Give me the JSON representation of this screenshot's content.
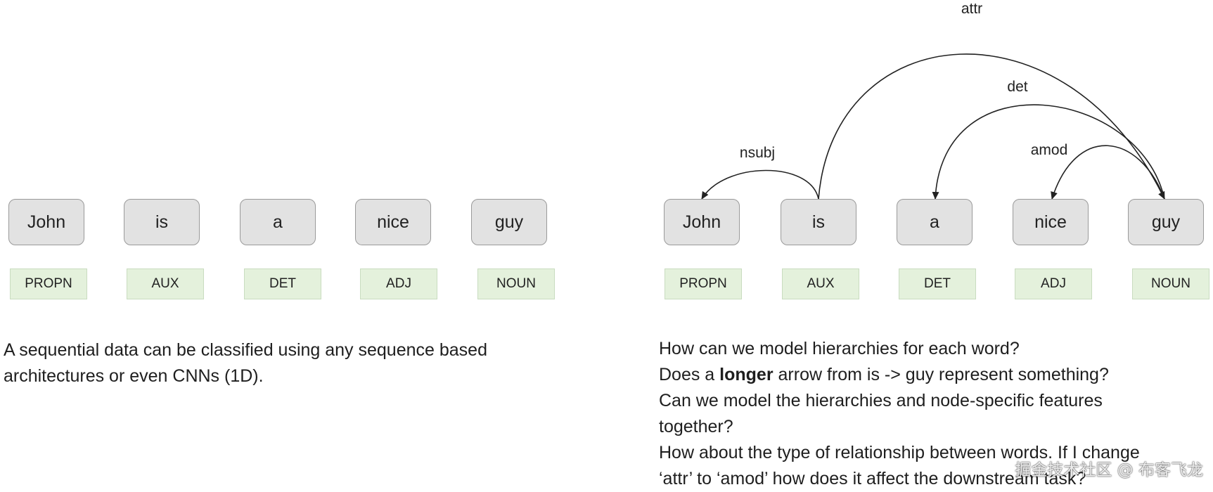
{
  "left": {
    "words": [
      "John",
      "is",
      "a",
      "nice",
      "guy"
    ],
    "tags": [
      "PROPN",
      "AUX",
      "DET",
      "ADJ",
      "NOUN"
    ],
    "caption": [
      "A sequential data can be classified using any sequence based",
      "architectures or even CNNs (1D)."
    ]
  },
  "right": {
    "words": [
      "John",
      "is",
      "a",
      "nice",
      "guy"
    ],
    "tags": [
      "PROPN",
      "AUX",
      "DET",
      "ADJ",
      "NOUN"
    ],
    "arcs": [
      {
        "label": "attr",
        "from": 1,
        "to": 4
      },
      {
        "label": "det",
        "from": 4,
        "to": 2
      },
      {
        "label": "amod",
        "from": 4,
        "to": 3
      },
      {
        "label": "nsubj",
        "from": 1,
        "to": 0
      }
    ],
    "caption": {
      "line1": "How can we model hierarchies for each word?",
      "line2_pre": "Does a ",
      "line2_bold": "longer",
      "line2_post": " arrow from is -> guy represent something?",
      "line3": "Can we model the hierarchies and node-specific features",
      "line4": "together?",
      "line5": "How about the type of relationship between words. If I change",
      "line6": "‘attr’ to ‘amod’ how does it affect the downstream task?"
    }
  },
  "watermark": "掘金技术社区 @ 布客飞龙"
}
